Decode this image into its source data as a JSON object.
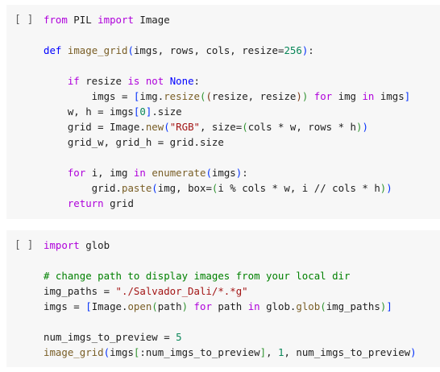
{
  "cells": [
    {
      "run_label": "[ ]",
      "lines": [
        "from PIL import Image",
        "",
        "def image_grid(imgs, rows, cols, resize=256):",
        "",
        "    if resize is not None:",
        "        imgs = [img.resize((resize, resize)) for img in imgs]",
        "    w, h = imgs[0].size",
        "    grid = Image.new(\"RGB\", size=(cols * w, rows * h))",
        "    grid_w, grid_h = grid.size",
        "",
        "    for i, img in enumerate(imgs):",
        "        grid.paste(img, box=(i % cols * w, i // cols * h))",
        "    return grid"
      ]
    },
    {
      "run_label": "[ ]",
      "lines": [
        "import glob",
        "",
        "# change path to display images from your local dir",
        "img_paths = \"./Salvador_Dali/*.*g\"",
        "imgs = [Image.open(path) for path in glob.glob(img_paths)]",
        "",
        "num_imgs_to_preview = 5",
        "image_grid(imgs[:num_imgs_to_preview], 1, num_imgs_to_preview)"
      ]
    }
  ],
  "syntax_colors": {
    "keyword_control": "#af00db",
    "keyword": "#0000ff",
    "function": "#795e26",
    "string": "#a31515",
    "number": "#098658",
    "comment": "#008000",
    "text": "#212121",
    "cell_background": "#f7f7f7"
  }
}
